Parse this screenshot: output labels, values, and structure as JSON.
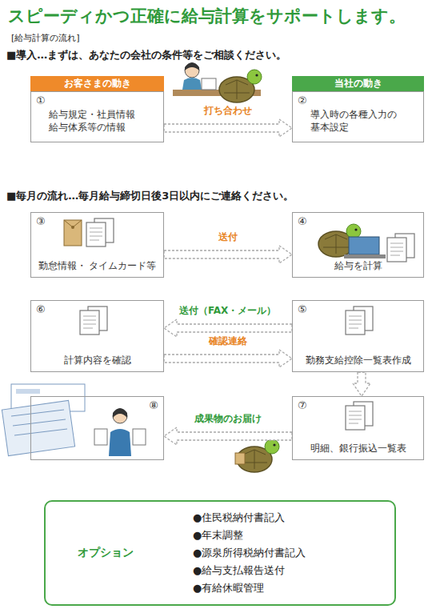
{
  "diagram": {
    "title": "スピーディかつ正確に給与計算をサポートします。",
    "nodes": [
      {
        "text": [
          "お客さまの動き"
        ]
      },
      {
        "text": [
          "当社の動き"
        ]
      },
      {
        "text": [
          "①",
          "給与規定・社員情報 給与体系等の情報"
        ]
      },
      {
        "text": [
          "②",
          "導入時の各種入力の 基本設定"
        ]
      },
      {
        "text": [
          "③",
          "勤怠情報・ タイムカード等"
        ]
      },
      {
        "text": [
          "④",
          "給与を計算"
        ]
      },
      {
        "text": [
          "⑥",
          "計算内容を確認"
        ]
      },
      {
        "text": [
          "⑤",
          "勤務支給控除一覧表作成"
        ]
      },
      {
        "text": [
          "⑦",
          "明細、銀行振込一覧表"
        ]
      },
      {
        "text": [
          "⑧"
        ]
      },
      {
        "text": [
          "オプション",
          "●住民税納付書記入",
          "●年末調整",
          "●源泉所得税納付書記入",
          "●給与支払報告送付",
          "●有給休暇管理"
        ]
      }
    ],
    "edges": [
      {
        "from": 2,
        "to": 3,
        "label": "打ち合わせ",
        "arrow": "to"
      },
      {
        "from": 4,
        "to": 5,
        "label": "送付",
        "arrow": "to"
      },
      {
        "from": 7,
        "to": 6,
        "label": "送付（FAX・メール）",
        "arrow": "to"
      },
      {
        "from": 6,
        "to": 7,
        "label": "確認連絡",
        "arrow": "to"
      },
      {
        "from": 7,
        "to": 8,
        "arrow": "to"
      },
      {
        "from": 8,
        "to": 9,
        "label": "成果物のお届け",
        "arrow": "to"
      }
    ],
    "labels": [
      "[給与計算の流れ]",
      "■導入…まずは、あなたの会社の条件等をご相談ください。",
      "■毎月の流れ…毎月給与締切日後3日以内にご連絡ください。"
    ]
  }
}
